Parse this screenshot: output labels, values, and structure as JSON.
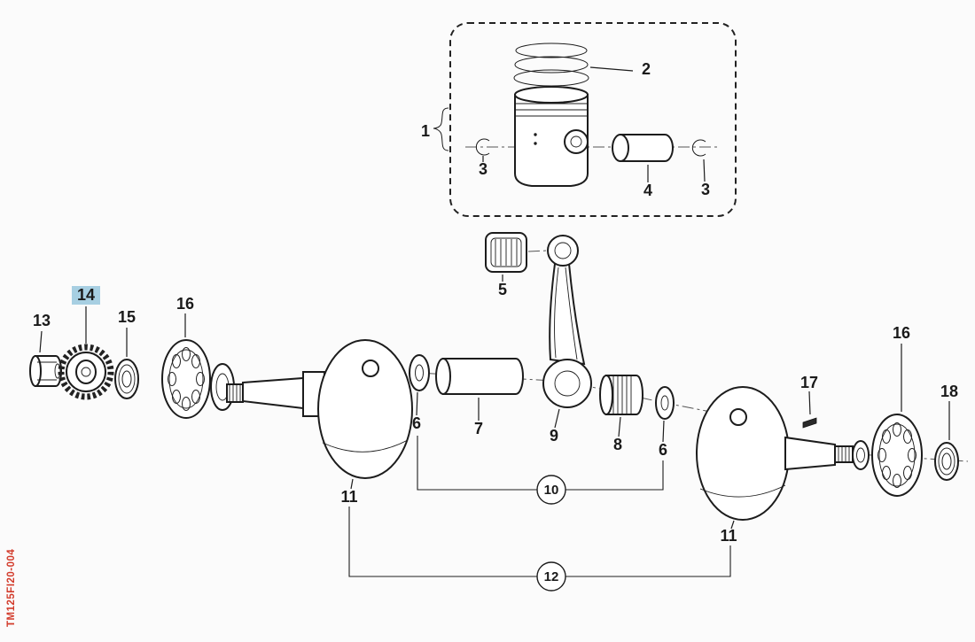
{
  "diagram": {
    "title_code": "TM125FI20-004",
    "highlight": {
      "color": "#a7cfe2",
      "highlighted_callout": "14"
    },
    "watermark": {
      "text": "TM125FI20-004",
      "color": "#d23a2a"
    }
  },
  "callouts": {
    "piston_assembly": "1",
    "piston_rings": "2",
    "circlip_left": "3",
    "circlip_right": "3",
    "wrist_pin": "4",
    "small_end_bearing": "5",
    "thrust_washer_left": "6",
    "thrust_washer_right": "6",
    "crank_pin": "7",
    "big_end_bearing": "8",
    "connecting_rod": "9",
    "conrod_kit_group": "10",
    "crank_web_left": "11",
    "crank_web_right": "11",
    "crankshaft_group": "12",
    "nut": "13",
    "primary_drive_gear": "14",
    "oil_seal_left": "15",
    "main_bearing_left": "16",
    "main_bearing_right": "16",
    "woodruff_key": "17",
    "oil_seal_right": "18"
  }
}
